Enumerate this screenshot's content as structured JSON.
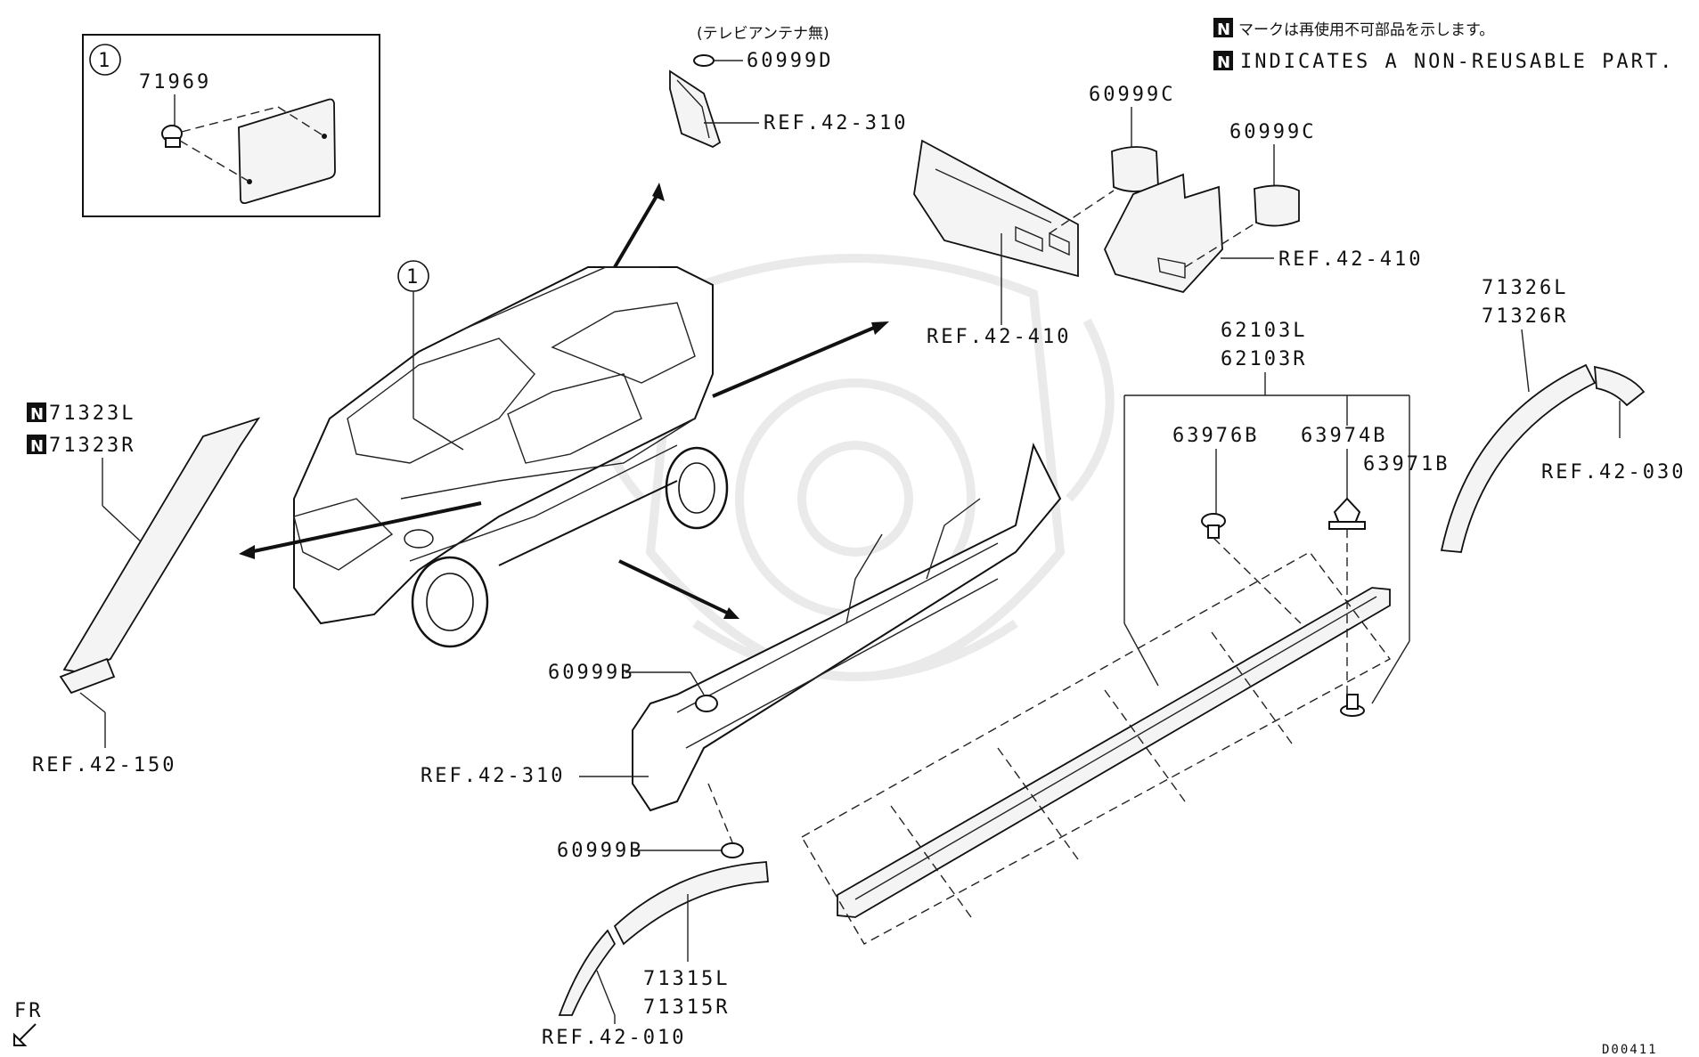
{
  "notice": {
    "line_jp": "マークは再使用不可部品を示します。",
    "line_en": "INDICATES A NON-REUSABLE PART.",
    "badge": "N"
  },
  "inset": {
    "callout": "1",
    "part": "71969"
  },
  "vehicle_callout": "1",
  "labels": {
    "tv_note": "(テレビアンテナ無)",
    "p60999D": "60999D",
    "ref_42_310_top": "REF.42-310",
    "p60999C_a": "60999C",
    "p60999C_b": "60999C",
    "ref_42_410_a": "REF.42-410",
    "ref_42_410_b": "REF.42-410",
    "p71326L": "71326L",
    "p71326R": "71326R",
    "ref_42_030": "REF.42-030",
    "p62103L": "62103L",
    "p62103R": "62103R",
    "p63976B": "63976B",
    "p63974B": "63974B",
    "p63971B": "63971B",
    "p71323L": "71323L",
    "p71323R": "71323R",
    "ref_42_150": "REF.42-150",
    "p60999B_a": "60999B",
    "p60999B_b": "60999B",
    "ref_42_310_bot": "REF.42-310",
    "p71315L": "71315L",
    "p71315R": "71315R",
    "ref_42_010": "REF.42-010",
    "fr": "FR",
    "diagram_code": "D00411"
  }
}
